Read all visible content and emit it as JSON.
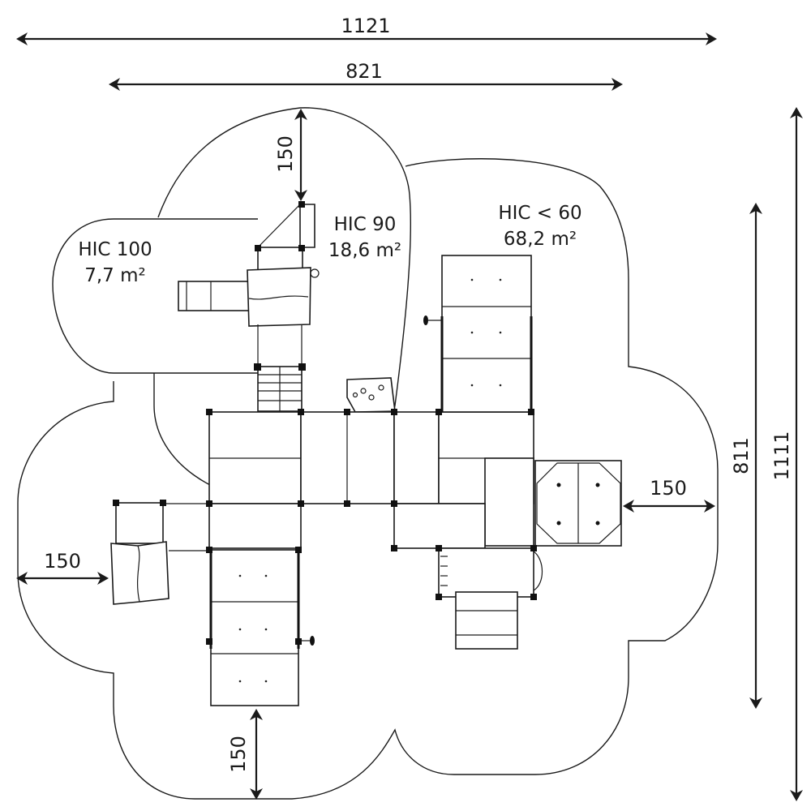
{
  "dimensions": {
    "overall_width": "1121",
    "structure_width": "821",
    "structure_height": "811",
    "overall_height": "1111",
    "clearance_top": "150",
    "clearance_right": "150",
    "clearance_left": "150",
    "clearance_bottom": "150"
  },
  "zones": [
    {
      "hic": "HIC 100",
      "area": "7,7 m²"
    },
    {
      "hic": "HIC 90",
      "area": "18,6 m²"
    },
    {
      "hic": "HIC < 60",
      "area": "68,2 m²"
    }
  ],
  "colors": {
    "line": "#1a1a1a",
    "background": "#ffffff"
  }
}
